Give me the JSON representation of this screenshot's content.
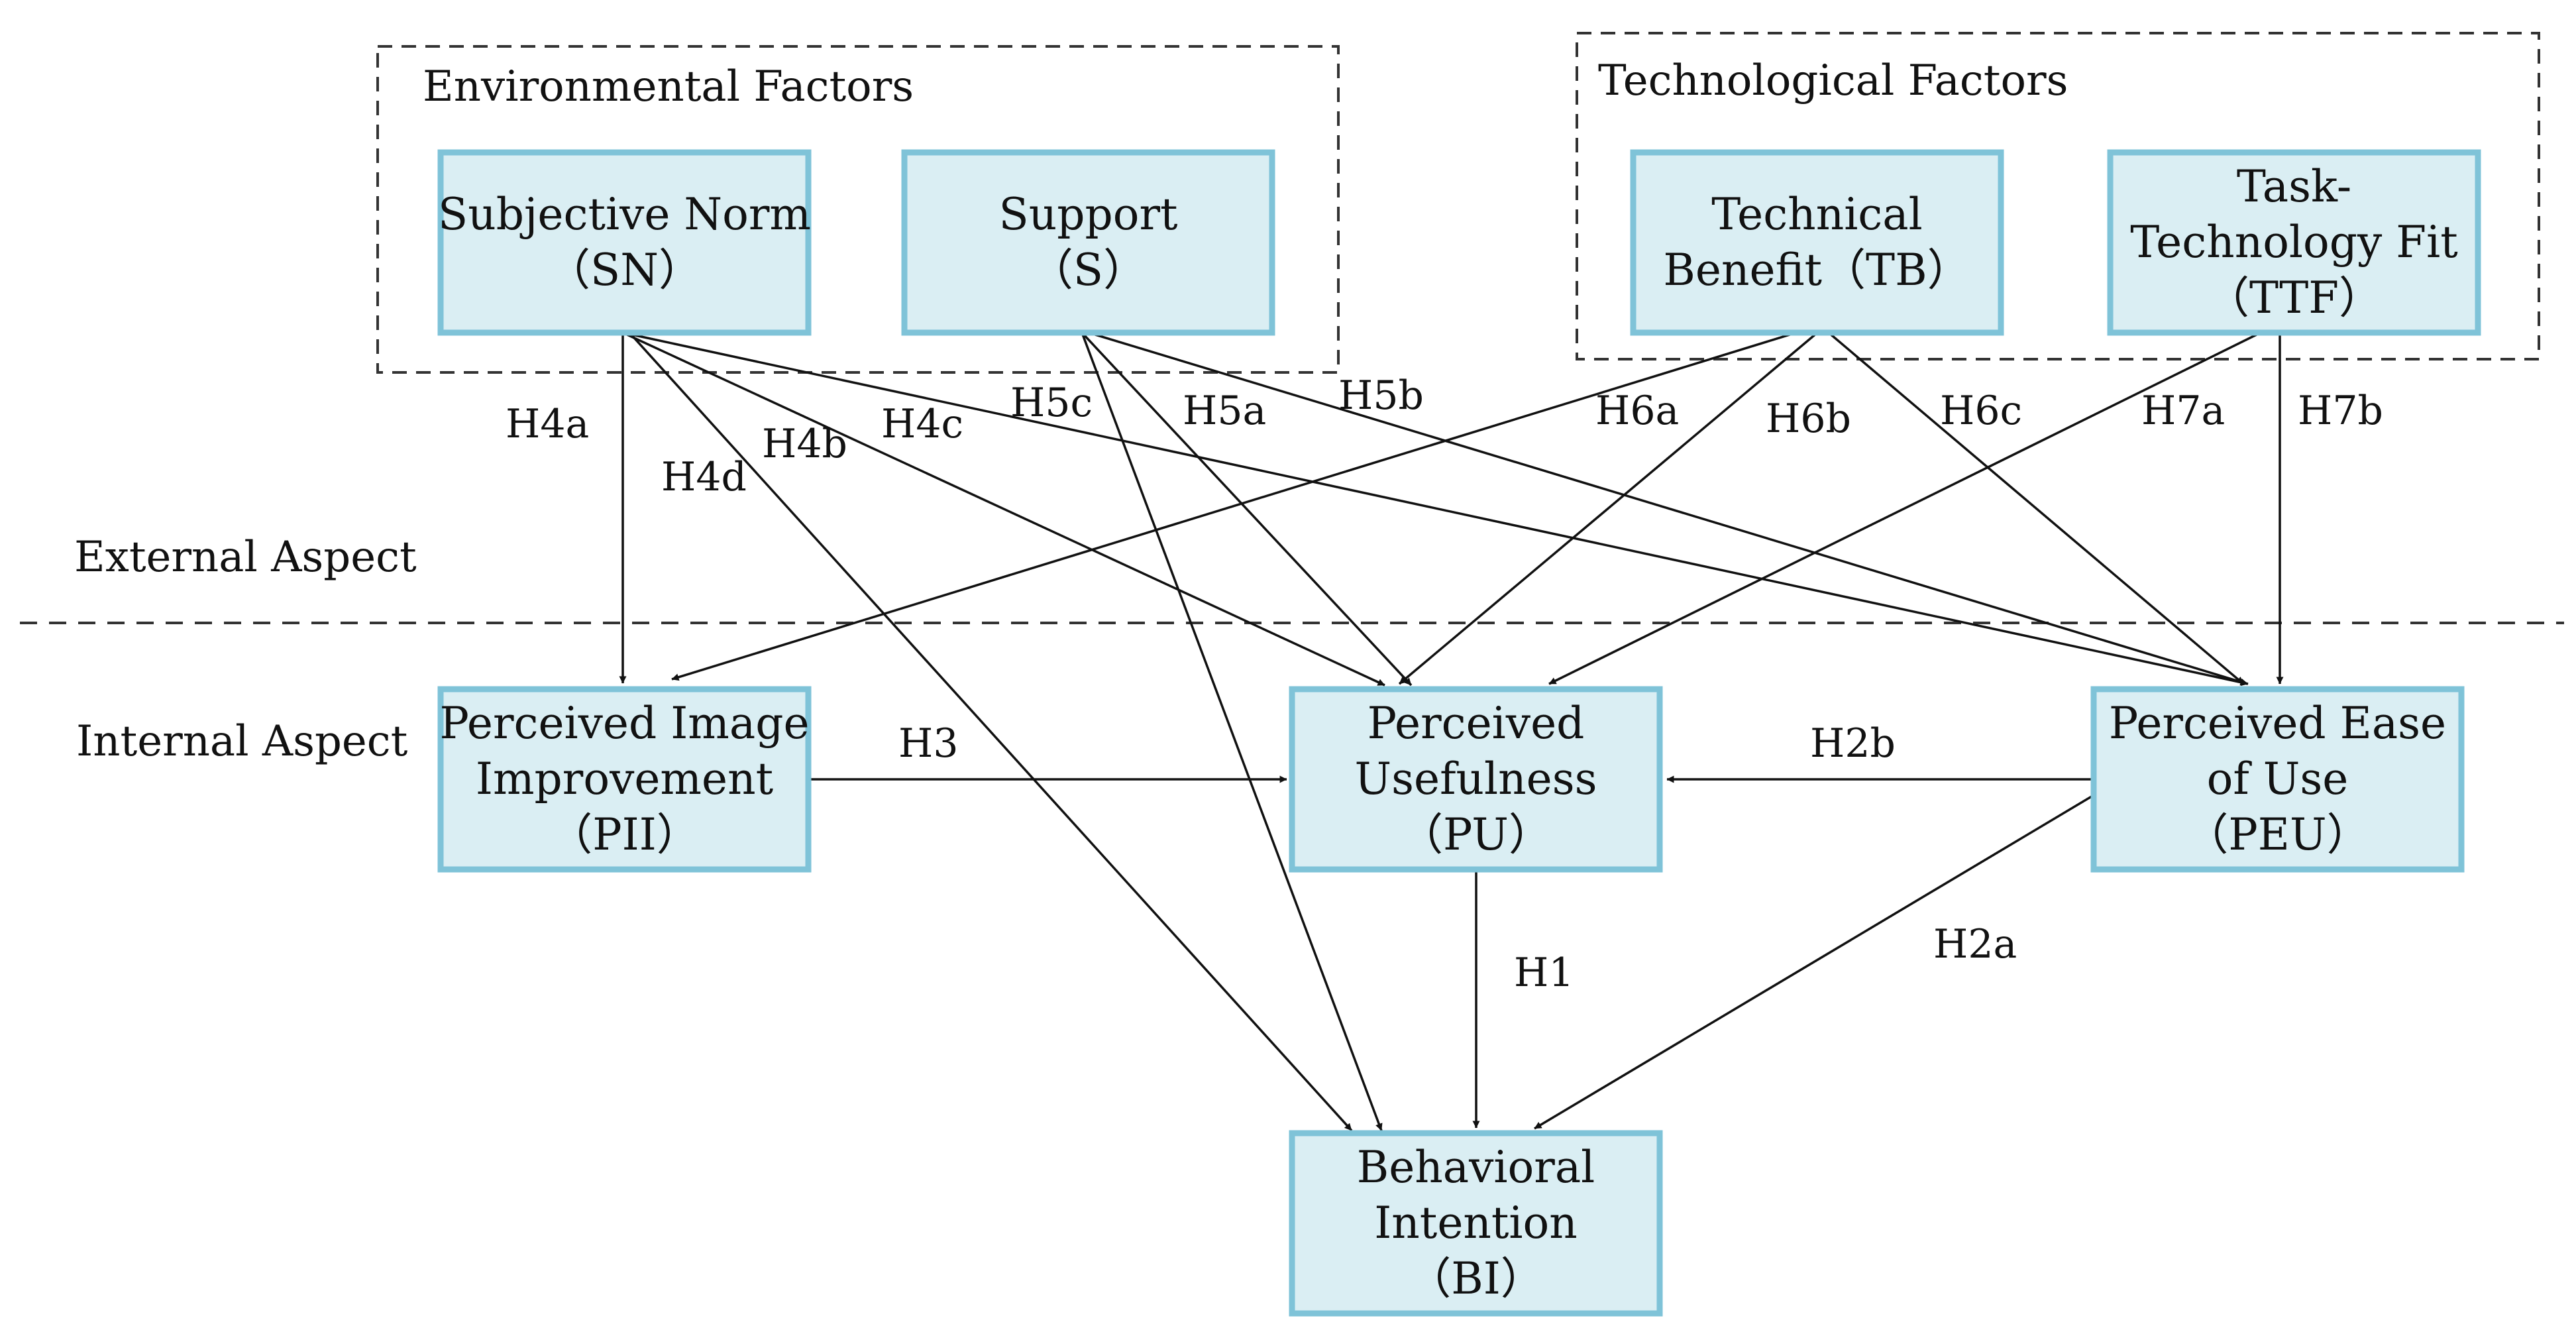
{
  "groups": {
    "environmental": {
      "title": "Environmental Factors"
    },
    "technological": {
      "title": "Technological Factors"
    }
  },
  "aspects": {
    "external": "External Aspect",
    "internal": "Internal Aspect"
  },
  "constructs": {
    "SN": {
      "lines": [
        "Subjective Norm",
        "（SN）"
      ]
    },
    "S": {
      "lines": [
        "Support",
        "（S）"
      ]
    },
    "TB": {
      "lines": [
        "Technical",
        "Benefit（TB）"
      ]
    },
    "TTF": {
      "lines": [
        "Task-",
        "Technology Fit",
        "（TTF）"
      ]
    },
    "PII": {
      "lines": [
        "Perceived Image",
        "Improvement",
        "（PII）"
      ]
    },
    "PU": {
      "lines": [
        "Perceived",
        "Usefulness",
        "（PU）"
      ]
    },
    "PEU": {
      "lines": [
        "Perceived Ease",
        "of Use",
        "（PEU）"
      ]
    },
    "BI": {
      "lines": [
        "Behavioral",
        "Intention",
        "（BI）"
      ]
    }
  },
  "hypotheses": [
    {
      "label": "H1",
      "from": "PU",
      "to": "BI"
    },
    {
      "label": "H2a",
      "from": "PEU",
      "to": "BI"
    },
    {
      "label": "H2b",
      "from": "PEU",
      "to": "PU"
    },
    {
      "label": "H3",
      "from": "PII",
      "to": "PU"
    },
    {
      "label": "H4a",
      "from": "SN",
      "to": "PII"
    },
    {
      "label": "H4b",
      "from": "SN",
      "to": "PU"
    },
    {
      "label": "H4c",
      "from": "SN",
      "to": "PEU"
    },
    {
      "label": "H4d",
      "from": "SN",
      "to": "BI"
    },
    {
      "label": "H5a",
      "from": "S",
      "to": "PU"
    },
    {
      "label": "H5b",
      "from": "S",
      "to": "PEU"
    },
    {
      "label": "H5c",
      "from": "S",
      "to": "BI"
    },
    {
      "label": "H6a",
      "from": "TB",
      "to": "PII"
    },
    {
      "label": "H6b",
      "from": "TB",
      "to": "PU"
    },
    {
      "label": "H6c",
      "from": "TB",
      "to": "PEU"
    },
    {
      "label": "H7a",
      "from": "TTF",
      "to": "PU"
    },
    {
      "label": "H7b",
      "from": "TTF",
      "to": "PEU"
    }
  ]
}
